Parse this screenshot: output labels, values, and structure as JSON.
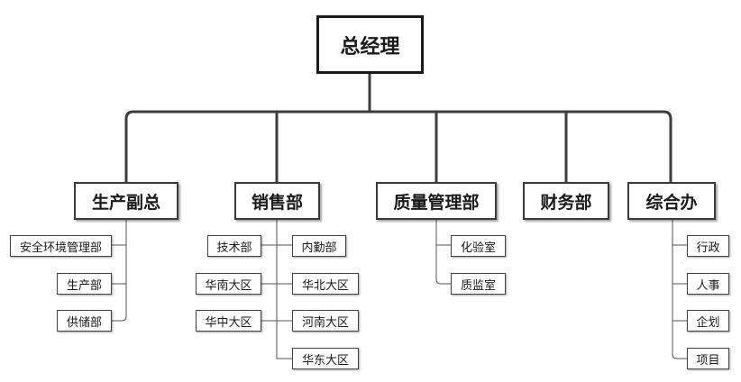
{
  "org": {
    "root": "总经理",
    "departments": [
      {
        "label": "生产副总",
        "children": [
          "安全环境管理部",
          "生产部",
          "供储部"
        ]
      },
      {
        "label": "销售部",
        "left_children": [
          "技术部",
          "华南大区",
          "华中大区"
        ],
        "right_children": [
          "内勤部",
          "华北大区",
          "河南大区",
          "华东大区"
        ]
      },
      {
        "label": "质量管理部",
        "children": [
          "化验室",
          "质监室"
        ]
      },
      {
        "label": "财务部",
        "children": []
      },
      {
        "label": "综合办",
        "children": [
          "行政",
          "人事",
          "企划",
          "项目"
        ]
      }
    ]
  }
}
